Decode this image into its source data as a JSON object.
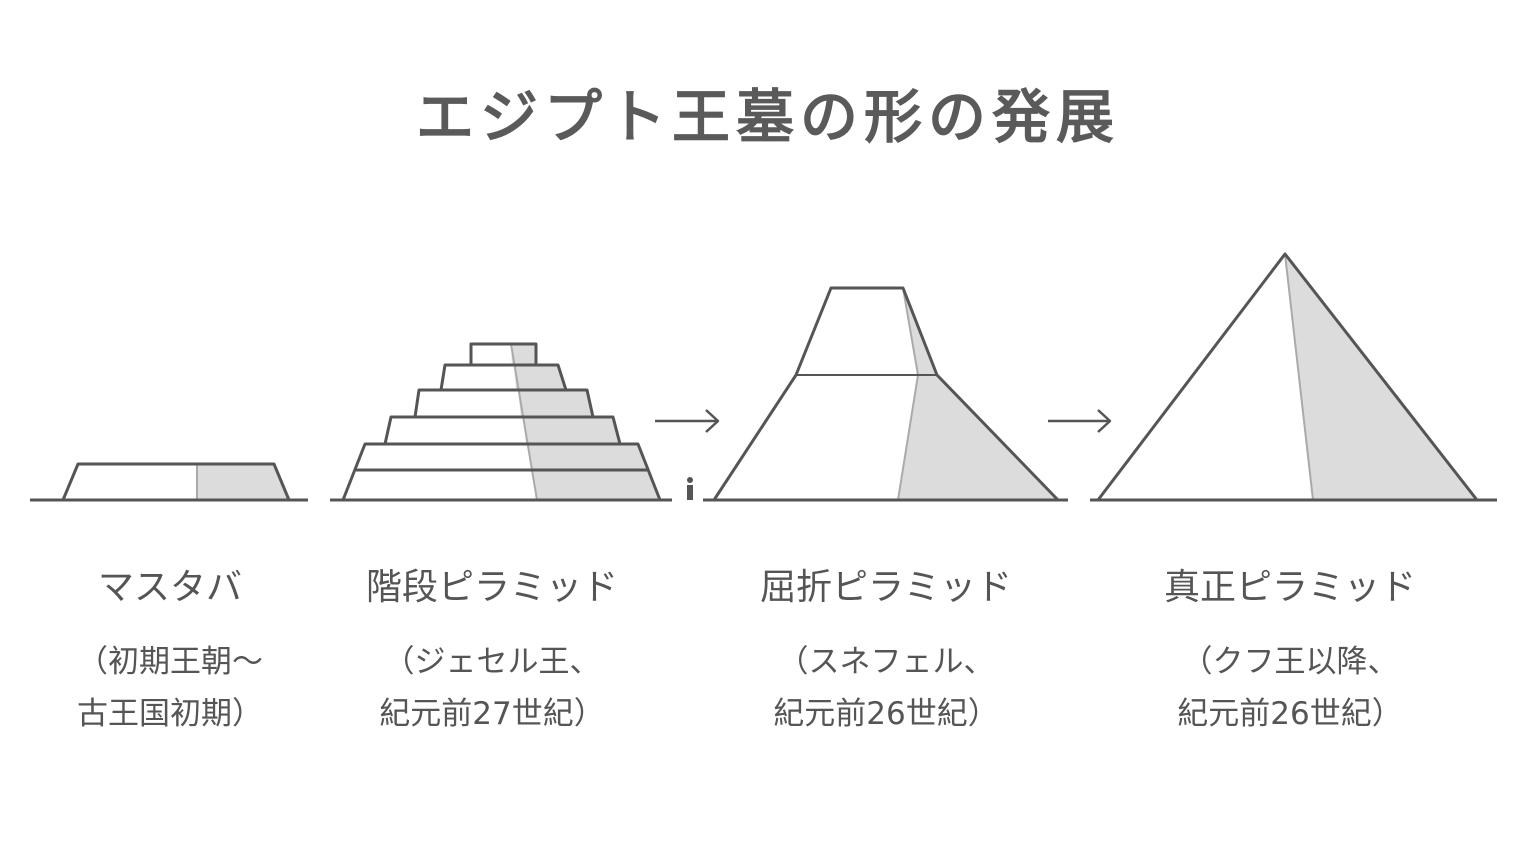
{
  "title": "エジプト王墓の形の発展",
  "stages": [
    {
      "name": "マスタバ",
      "sub1": "（初期王朝〜",
      "sub2": "古王国初期）"
    },
    {
      "name": "階段ピラミッド",
      "sub1": "（ジェセル王、",
      "sub2": "紀元前27世紀）"
    },
    {
      "name": "屈折ピラミッド",
      "sub1": "（スネフェル、",
      "sub2": "紀元前26世紀）"
    },
    {
      "name": "真正ピラミッド",
      "sub1": "（クフ王以降、",
      "sub2": "紀元前26世紀）"
    }
  ],
  "colors": {
    "line": "#555555",
    "shade": "#dcdcdc",
    "shade_edge": "#aaaaaa"
  }
}
